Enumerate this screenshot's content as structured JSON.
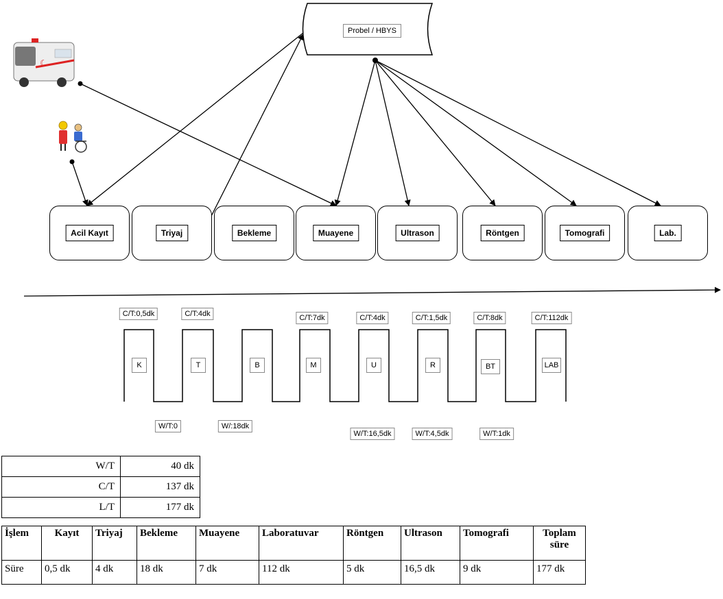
{
  "system": {
    "label": "Probel / HBYS"
  },
  "stations": [
    {
      "id": "acil-kayit",
      "label": "Acil Kayıt"
    },
    {
      "id": "triyaj",
      "label": "Triyaj"
    },
    {
      "id": "bekleme",
      "label": "Bekleme"
    },
    {
      "id": "muayene",
      "label": "Muayene"
    },
    {
      "id": "ultrason",
      "label": "Ultrason"
    },
    {
      "id": "rontgen",
      "label": "Röntgen"
    },
    {
      "id": "tomografi",
      "label": "Tomografi"
    },
    {
      "id": "lab",
      "label": "Lab."
    }
  ],
  "timeline": {
    "cycle_times": [
      "C/T:0,5dk",
      "C/T:4dk",
      "C/T:7dk",
      "C/T:4dk",
      "C/T:1,5dk",
      "C/T:8dk",
      "C/T:112dk"
    ],
    "letters": [
      "K",
      "T",
      "B",
      "M",
      "U",
      "R",
      "BT",
      "LAB"
    ],
    "wait_times": [
      "W/T:0",
      "W/:18dk",
      "W/T:16,5dk",
      "W/T:4,5dk",
      "W/T:1dk"
    ]
  },
  "summary": [
    {
      "key": "W/T",
      "value": "40 dk"
    },
    {
      "key": "C/T",
      "value": "137 dk"
    },
    {
      "key": "L/T",
      "value": "177 dk"
    }
  ],
  "detail": {
    "headers": [
      "İşlem",
      "Kayıt",
      "Triyaj",
      "Bekleme",
      "Muayene",
      "Laboratuvar",
      "Röntgen",
      "Ultrason",
      "Tomografi",
      "Toplam süre"
    ],
    "row": [
      "Süre",
      "0,5 dk",
      "4 dk",
      "18 dk",
      "7 dk",
      "112 dk",
      "5 dk",
      "16,5 dk",
      "9 dk",
      "177 dk"
    ]
  }
}
